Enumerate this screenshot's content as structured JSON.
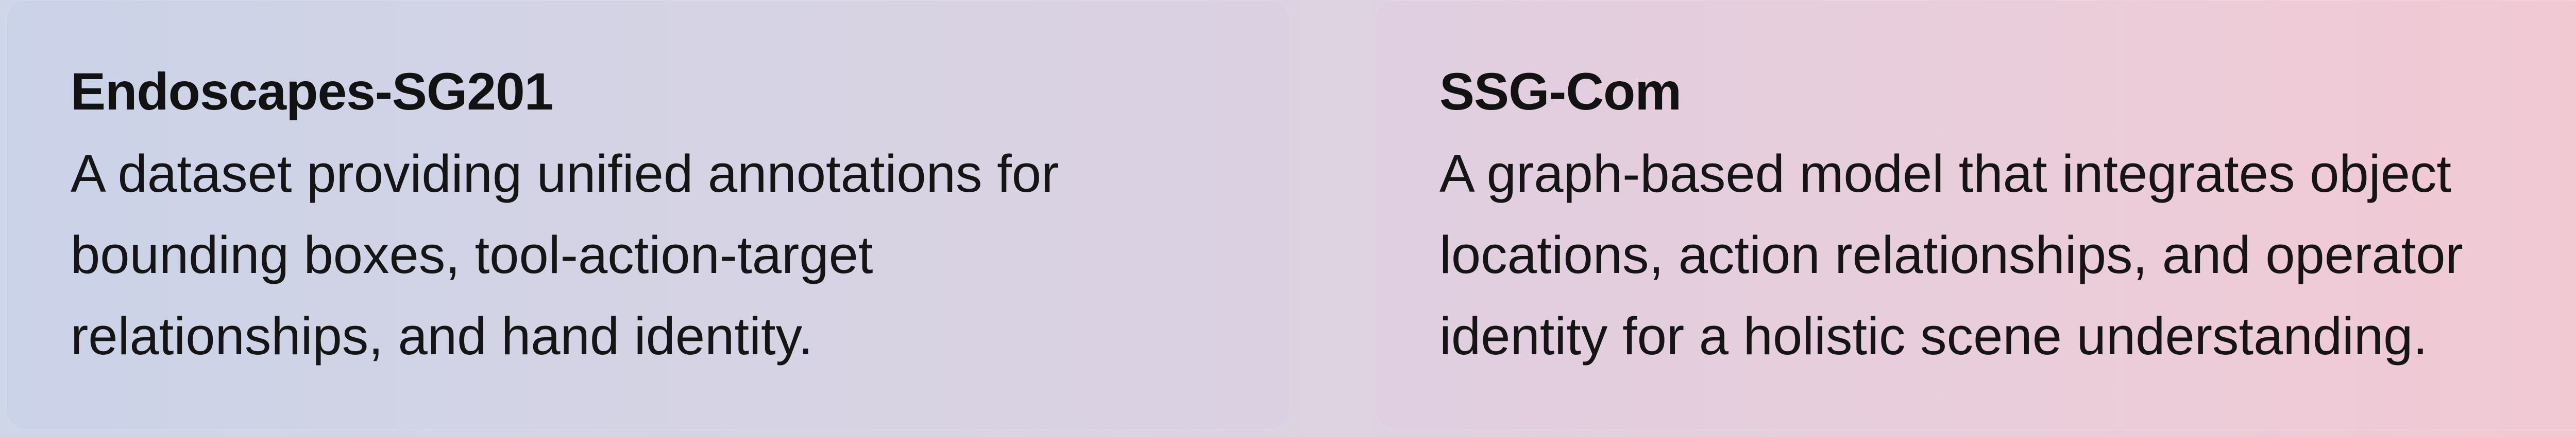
{
  "cards": [
    {
      "title": "Endoscapes-SG201",
      "description_lines": [
        "A dataset providing unified annotations for",
        "bounding boxes, tool-action-target",
        "relationships, and hand identity."
      ]
    },
    {
      "title": "SSG-Com",
      "description_lines": [
        "A graph-based model that integrates object",
        "locations, action relationships, and operator",
        "identity for a holistic scene understanding."
      ]
    }
  ],
  "colors": {
    "left_card_start": "#cbd3e8",
    "left_card_end": "#dbd0e1",
    "right_card_start": "#dfcfe0",
    "right_card_end": "#f2c8d2",
    "text": "#151515"
  }
}
